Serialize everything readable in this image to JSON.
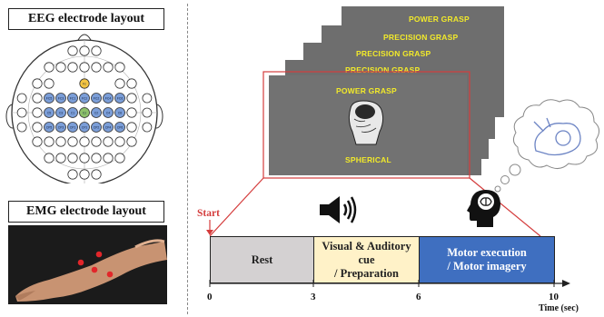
{
  "eeg_panel": {
    "title": "EEG electrode layout",
    "electrodes": [
      "Fz",
      "FC5",
      "FC3",
      "FC1",
      "FCz",
      "FC2",
      "FC4",
      "FC6",
      "C5",
      "C3",
      "C1",
      "Cz",
      "C2",
      "C4",
      "C6",
      "CP5",
      "CP3",
      "CP1",
      "CPz",
      "CP2",
      "CP4",
      "CP6"
    ]
  },
  "emg_panel": {
    "title": "EMG electrode layout"
  },
  "stimulus_slides": {
    "labels": [
      "POWER GRASP",
      "PRECISION GRASP",
      "PRECISION GRASP",
      "PRECISION GRASP",
      "POWER GRASP"
    ],
    "front_label_bottom": "SPHERICAL"
  },
  "timeline": {
    "start_label": "Start",
    "phases": [
      {
        "label": "Rest",
        "color": "#d4d1d2"
      },
      {
        "label": "Visual & Auditory\ncue\n/ Preparation",
        "color": "#fff2c8"
      },
      {
        "label": "Motor execution\n/ Motor imagery",
        "color": "#3f6fc0"
      }
    ],
    "ticks": [
      "0",
      "3",
      "6",
      "10"
    ],
    "axis_label": "Time (sec)"
  },
  "colors": {
    "start_red": "#d43c3c",
    "zoom_lines": "#d43c3c",
    "electrode_blue": "#7b9ed8"
  },
  "icons": [
    "speaker-icon",
    "brain-head-icon",
    "thought-bubble-icon",
    "hand-fist-icon",
    "arm-icon"
  ]
}
